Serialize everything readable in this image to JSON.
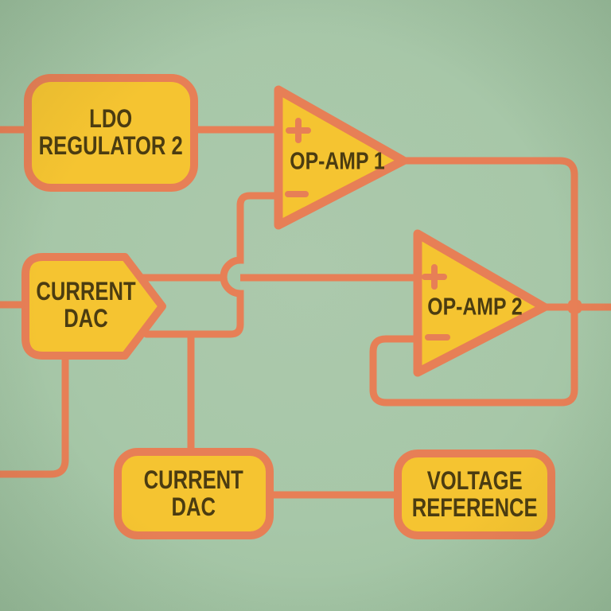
{
  "palette": {
    "background": "#a7c7a8",
    "wire": "#e77f56",
    "block_fill": "#f5c431",
    "text": "#4b3c11"
  },
  "blocks": {
    "ldo": {
      "line1": "LDO",
      "line2": "REGULATOR 2"
    },
    "current_dac_left": {
      "line1": "CURRENT",
      "line2": "DAC"
    },
    "current_dac_bottom": {
      "line1": "CURRENT",
      "line2": "DAC"
    },
    "voltage_reference": {
      "line1": "VOLTAGE",
      "line2": "REFERENCE"
    },
    "opamp1": {
      "label": "OP-AMP 1",
      "plus_icon": "plus",
      "minus_icon": "minus"
    },
    "opamp2": {
      "label": "OP-AMP 2",
      "plus_icon": "plus",
      "minus_icon": "minus"
    }
  },
  "diagram": {
    "nodes": [
      {
        "id": "ldo-regulator-2",
        "shape": "rounded-rect"
      },
      {
        "id": "op-amp-1",
        "shape": "triangle"
      },
      {
        "id": "current-dac-left",
        "shape": "pentagon-arrow"
      },
      {
        "id": "op-amp-2",
        "shape": "triangle"
      },
      {
        "id": "current-dac-bottom",
        "shape": "rounded-rect"
      },
      {
        "id": "voltage-reference",
        "shape": "rounded-rect"
      }
    ],
    "connections": [
      "left-edge to ldo-regulator-2",
      "ldo-regulator-2 to op-amp-1 plus input",
      "left-edge to current-dac-left",
      "current-dac-left to op-amp-2 plus input (bus with wire hop)",
      "op-amp-1 minus input down over bus hop to current-dac-left and current-dac-bottom",
      "op-amp-1 output to op-amp-2 output junction",
      "op-amp-2 output junction to right edge",
      "op-amp-2 output feedback loop to op-amp-2 minus input",
      "current-dac-left down to left edge exit",
      "current-dac-bottom to voltage-reference"
    ]
  }
}
